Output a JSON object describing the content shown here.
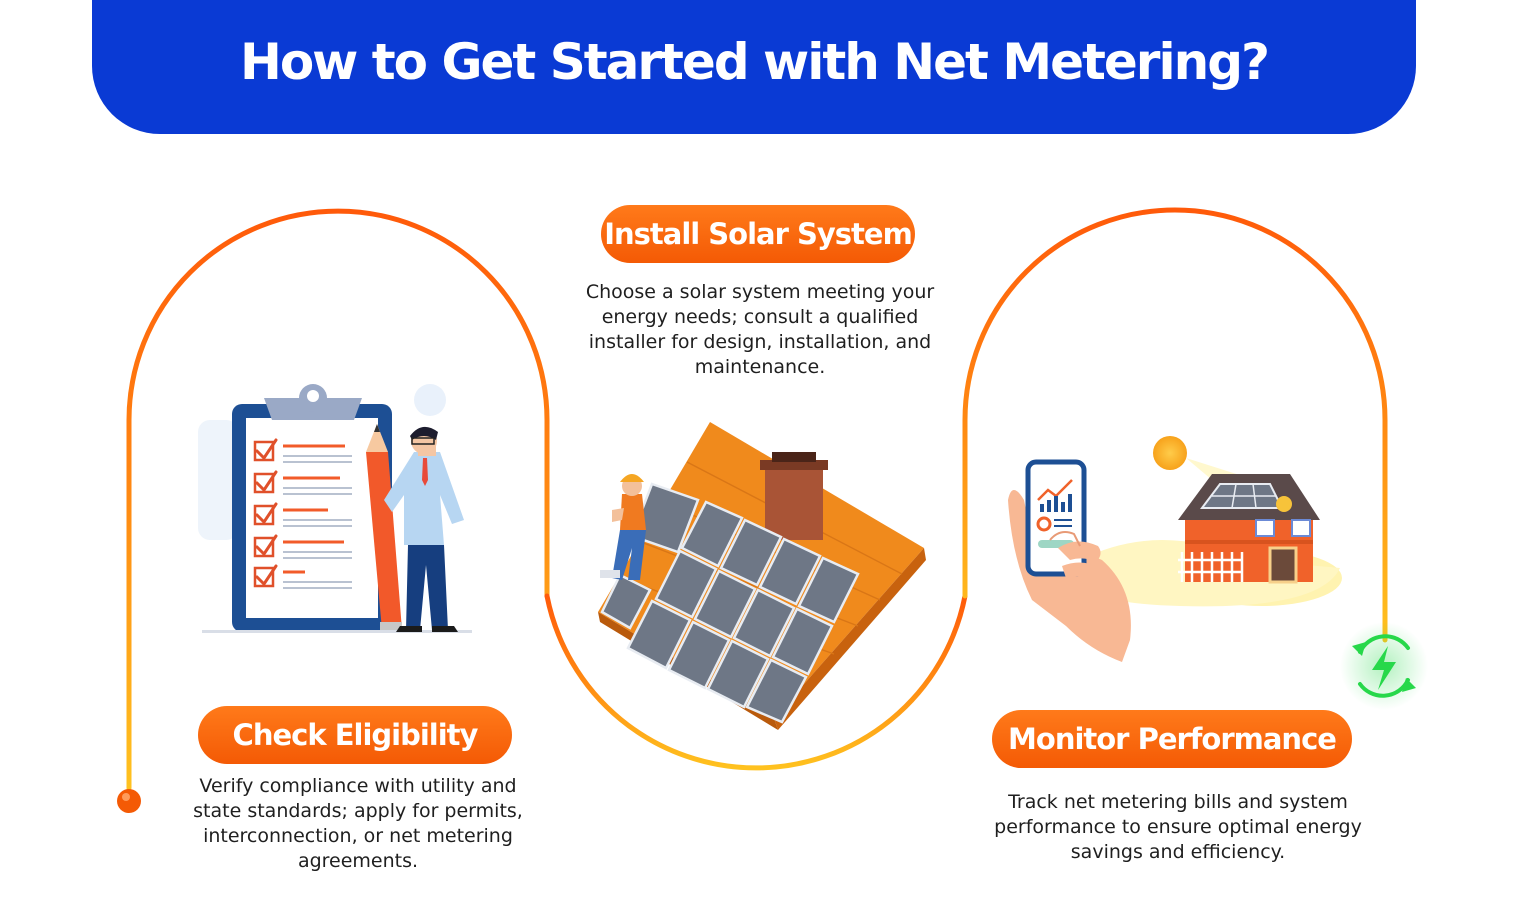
{
  "title": "How to Get Started with Net Metering?",
  "steps": [
    {
      "label": "Check Eligibility",
      "description": "Verify compliance with utility and state standards; apply for permits, interconnection, or net metering agreements."
    },
    {
      "label": "Install Solar System",
      "description": "Choose a solar system meeting your energy needs; consult a qualified installer for design, installation, and maintenance."
    },
    {
      "label": "Monitor Performance",
      "description": "Track net metering bills and system performance to ensure optimal energy savings and efficiency."
    }
  ],
  "colors": {
    "header": "#0a3ad4",
    "accent": "#f45a05",
    "path_start": "#ff5a0a",
    "path_end": "#ffc21f",
    "energy": "#27d84a"
  },
  "icons": [
    "clipboard-checklist-icon",
    "businessman-icon",
    "solar-roof-icon",
    "smartphone-monitor-icon",
    "solar-house-icon",
    "energy-cycle-icon"
  ]
}
